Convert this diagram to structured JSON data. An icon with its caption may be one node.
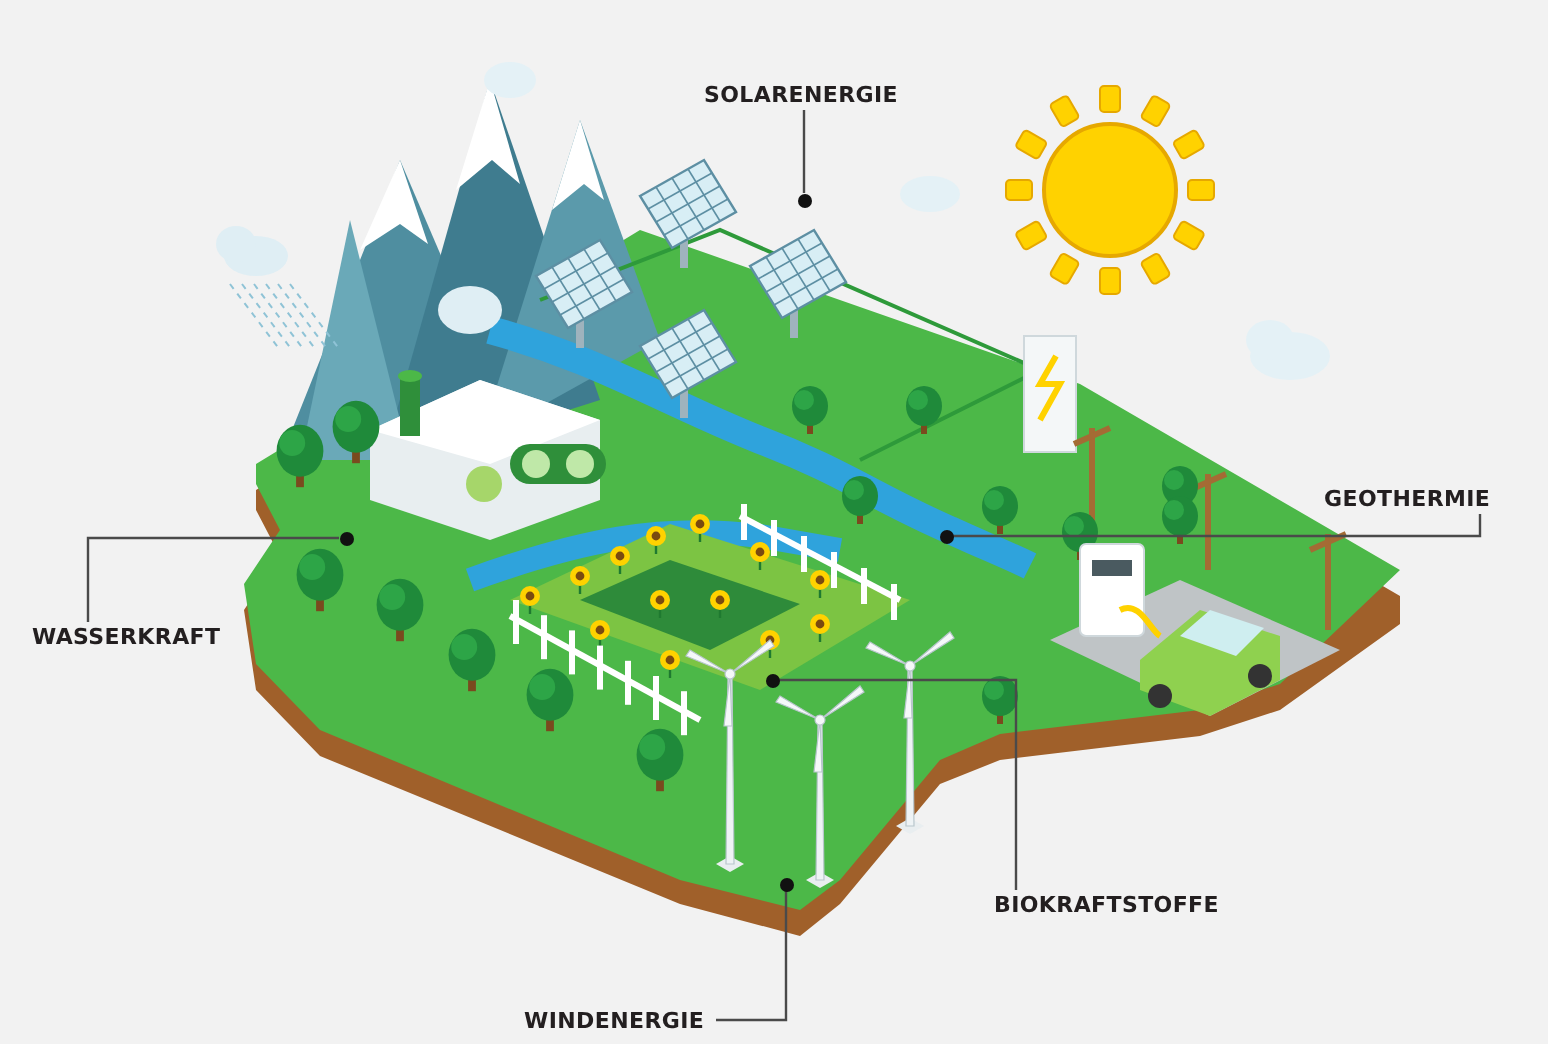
{
  "diagram": {
    "nodes": [
      {
        "text": [
          "SOLARENERGIE"
        ]
      },
      {
        "text": [
          "GEOTHERMIE"
        ]
      },
      {
        "text": [
          "WASSERKRAFT"
        ]
      },
      {
        "text": [
          "BIOKRAFTSTOFFE"
        ]
      },
      {
        "text": [
          "WINDENERGIE"
        ]
      },
      {
        "text": [],
        "shape": "circle"
      },
      {
        "text": [],
        "shape": "circle"
      },
      {
        "text": [],
        "shape": "circle"
      },
      {
        "text": [],
        "shape": "circle"
      },
      {
        "text": [],
        "shape": "circle"
      }
    ],
    "edges": [
      {
        "from": 0,
        "to": 5,
        "arrow": "none"
      },
      {
        "from": 1,
        "to": 6,
        "arrow": "none"
      },
      {
        "from": 2,
        "to": 7,
        "arrow": "none"
      },
      {
        "from": 3,
        "to": 8,
        "arrow": "none"
      },
      {
        "from": 4,
        "to": 9,
        "arrow": "none"
      }
    ]
  }
}
